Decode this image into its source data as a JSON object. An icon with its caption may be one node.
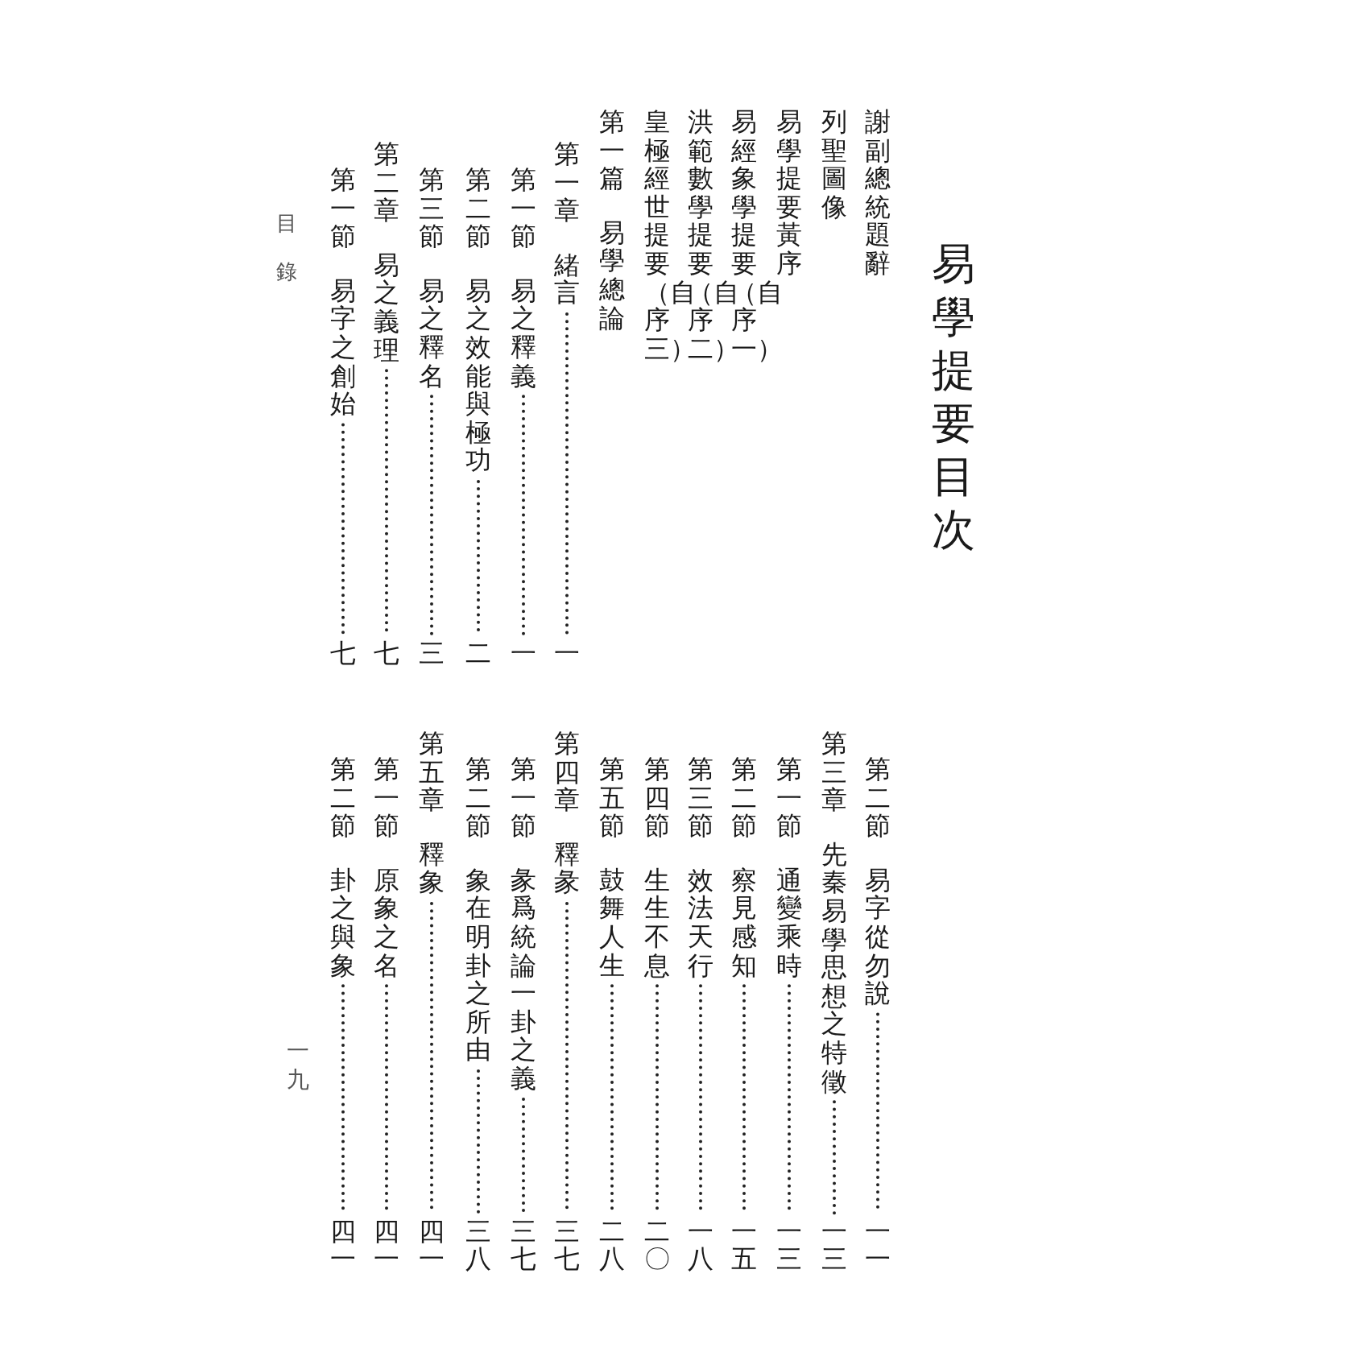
{
  "diagram": {
    "title": "易學提要目次",
    "nodes": [
      {
        "text": [
          "緒言"
        ]
      },
      {
        "text": [
          "一"
        ]
      },
      {
        "text": [
          "易之釋義"
        ]
      },
      {
        "text": [
          "一"
        ]
      },
      {
        "text": [
          "易之效能與極功"
        ]
      },
      {
        "text": [
          "二"
        ]
      },
      {
        "text": [
          "易之釋名"
        ]
      },
      {
        "text": [
          "三"
        ]
      },
      {
        "text": [
          "易之義理"
        ]
      },
      {
        "text": [
          "七"
        ]
      },
      {
        "text": [
          "易字之創始"
        ]
      },
      {
        "text": [
          "七"
        ]
      },
      {
        "text": [
          "易字從勿說"
        ]
      },
      {
        "text": [
          "一一"
        ]
      },
      {
        "text": [
          "先秦易學思想之特徵"
        ]
      },
      {
        "text": [
          "一三"
        ]
      },
      {
        "text": [
          "通變乘時"
        ]
      },
      {
        "text": [
          "一三"
        ]
      },
      {
        "text": [
          "察見感知"
        ]
      },
      {
        "text": [
          "一五"
        ]
      },
      {
        "text": [
          "效法天行"
        ]
      },
      {
        "text": [
          "一八"
        ]
      },
      {
        "text": [
          "生生不息"
        ]
      },
      {
        "text": [
          "二〇"
        ]
      },
      {
        "text": [
          "鼓舞人生"
        ]
      },
      {
        "text": [
          "二八"
        ]
      },
      {
        "text": [
          "釋彖"
        ]
      },
      {
        "text": [
          "三七"
        ]
      },
      {
        "text": [
          "彖爲統論一卦之義"
        ]
      },
      {
        "text": [
          "三七"
        ]
      },
      {
        "text": [
          "象在明卦之所由"
        ]
      },
      {
        "text": [
          "三八"
        ]
      },
      {
        "text": [
          "釋象"
        ]
      },
      {
        "text": [
          "四一"
        ]
      },
      {
        "text": [
          "原象之名"
        ]
      },
      {
        "text": [
          "四一"
        ]
      },
      {
        "text": [
          "卦之與象"
        ]
      },
      {
        "text": [
          "四一"
        ]
      }
    ],
    "edges": [
      {
        "from": 0,
        "to": 1,
        "arrow": "none",
        "style": "dashed"
      },
      {
        "from": 2,
        "to": 3,
        "arrow": "none",
        "style": "dashed"
      },
      {
        "from": 4,
        "to": 5,
        "arrow": "none",
        "style": "dashed"
      },
      {
        "from": 6,
        "to": 7,
        "arrow": "none",
        "style": "dashed"
      },
      {
        "from": 8,
        "to": 9,
        "arrow": "none",
        "style": "dashed"
      },
      {
        "from": 10,
        "to": 11,
        "arrow": "none",
        "style": "dashed"
      },
      {
        "from": 12,
        "to": 13,
        "arrow": "none",
        "style": "dashed"
      },
      {
        "from": 14,
        "to": 15,
        "arrow": "none",
        "style": "dashed"
      },
      {
        "from": 16,
        "to": 17,
        "arrow": "none",
        "style": "dashed"
      },
      {
        "from": 18,
        "to": 19,
        "arrow": "none",
        "style": "dashed"
      },
      {
        "from": 20,
        "to": 21,
        "arrow": "none",
        "style": "dashed"
      },
      {
        "from": 22,
        "to": 23,
        "arrow": "none",
        "style": "dashed"
      },
      {
        "from": 24,
        "to": 25,
        "arrow": "none",
        "style": "dashed"
      },
      {
        "from": 26,
        "to": 27,
        "arrow": "none",
        "style": "dashed"
      },
      {
        "from": 28,
        "to": 29,
        "arrow": "none",
        "style": "dashed"
      },
      {
        "from": 30,
        "to": 31,
        "arrow": "none",
        "style": "dashed"
      },
      {
        "from": 32,
        "to": 33,
        "arrow": "none",
        "style": "dashed"
      },
      {
        "from": 34,
        "to": 35,
        "arrow": "none",
        "style": "dashed"
      },
      {
        "from": 36,
        "to": 37,
        "arrow": "none",
        "style": "dashed"
      }
    ],
    "labels": [
      "謝副總統題辭",
      "列聖圖像",
      "易學提要黃序",
      "易經象學提要（自序一）",
      "洪範數學提要（自序二）",
      "皇極經世提要（自序三）",
      "第一篇",
      "易學總論",
      "第一章",
      "第一節",
      "第二節",
      "第三節",
      "第二章",
      "第一節",
      "第二節",
      "第三章",
      "第一節",
      "第二節",
      "第三節",
      "第四節",
      "第五節",
      "第四章",
      "第一節",
      "第二節",
      "第五章",
      "第一節",
      "第二節",
      "目錄",
      "一九"
    ]
  }
}
